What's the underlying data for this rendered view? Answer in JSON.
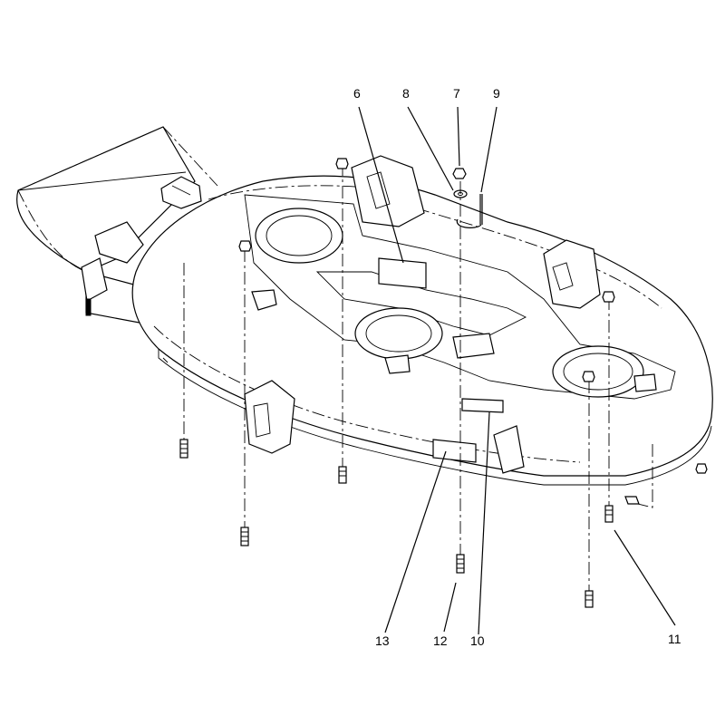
{
  "callouts": [
    {
      "id": "6",
      "label": "6"
    },
    {
      "id": "7",
      "label": "7"
    },
    {
      "id": "8",
      "label": "8"
    },
    {
      "id": "9",
      "label": "9"
    },
    {
      "id": "10",
      "label": "10"
    },
    {
      "id": "11",
      "label": "11"
    },
    {
      "id": "12",
      "label": "12"
    },
    {
      "id": "13",
      "label": "13"
    }
  ]
}
